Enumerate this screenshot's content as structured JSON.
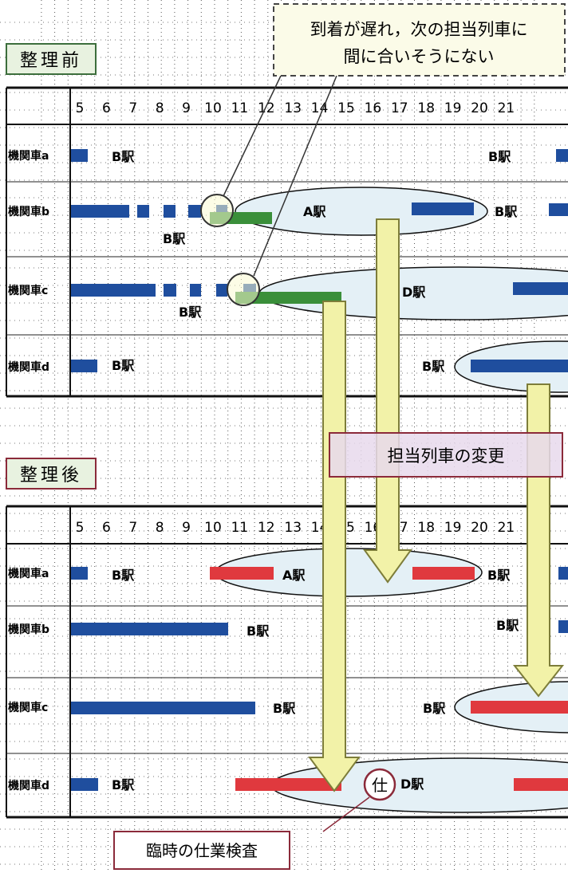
{
  "hours": [
    "5",
    "6",
    "7",
    "8",
    "9",
    "10",
    "11",
    "12",
    "13",
    "14",
    "15",
    "16",
    "17",
    "18",
    "19",
    "20",
    "21"
  ],
  "before": {
    "title": "整理前",
    "rows": [
      {
        "name": "機関車a",
        "stations": [
          "B駅",
          "B駅"
        ]
      },
      {
        "name": "機関車b",
        "stations": [
          "A駅",
          "B駅",
          "B駅"
        ]
      },
      {
        "name": "機関車c",
        "stations": [
          "D駅",
          "B駅"
        ]
      },
      {
        "name": "機関車d",
        "stations": [
          "B駅",
          "B駅"
        ]
      }
    ]
  },
  "after": {
    "title": "整理後",
    "rows": [
      {
        "name": "機関車a",
        "stations": [
          "B駅",
          "A駅",
          "B駅"
        ]
      },
      {
        "name": "機関車b",
        "stations": [
          "B駅",
          "B駅"
        ]
      },
      {
        "name": "機関車c",
        "stations": [
          "B駅",
          "B駅"
        ]
      },
      {
        "name": "機関車d",
        "stations": [
          "B駅",
          "D駅"
        ]
      }
    ]
  },
  "callouts": {
    "delay": [
      "到着が遅れ，次の担当列車に",
      "間に合いそうにない"
    ],
    "change": "担当列車の変更",
    "inspection": "臨時の仕業検査",
    "inspection_mark": "仕"
  },
  "colors": {
    "blue": "#1f4e9e",
    "green": "#3a8f3a",
    "red": "#e0393e",
    "ellipse_fill": "#e4f0f6",
    "arrow_fill": "#f2f2a8",
    "arrow_stroke": "#7d7d3a",
    "callout_border": "#8b2a3a",
    "change_fill": "#e8d9ec",
    "title_fill": "#e8f2e0",
    "title_border": "#3c6e3c",
    "highlight_fill": "#fafad2"
  }
}
